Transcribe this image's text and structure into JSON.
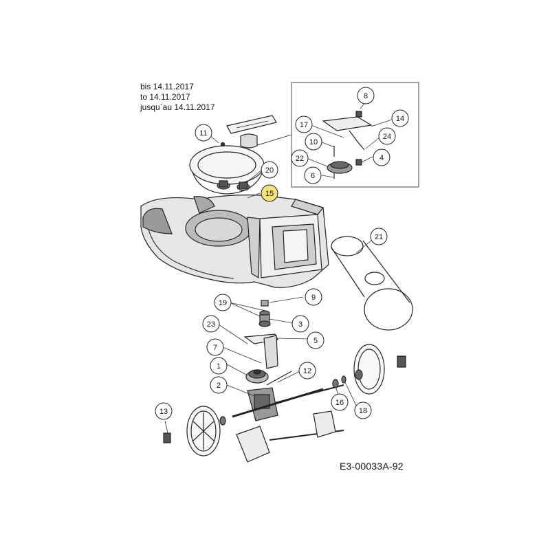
{
  "header_notes": [
    "bis 14.11.2017",
    "to 14.11.2017",
    "jusqu`au 14.11.2017"
  ],
  "drawing_code": "E3-00033A-92",
  "highlight_color": "#f6e27a",
  "callouts": [
    {
      "id": "c1",
      "label": "1"
    },
    {
      "id": "c2",
      "label": "2"
    },
    {
      "id": "c3",
      "label": "3"
    },
    {
      "id": "c4",
      "label": "4"
    },
    {
      "id": "c5",
      "label": "5"
    },
    {
      "id": "c6",
      "label": "6"
    },
    {
      "id": "c7",
      "label": "7"
    },
    {
      "id": "c8",
      "label": "8"
    },
    {
      "id": "c9",
      "label": "9"
    },
    {
      "id": "c10",
      "label": "10"
    },
    {
      "id": "c11",
      "label": "11"
    },
    {
      "id": "c12",
      "label": "12"
    },
    {
      "id": "c13",
      "label": "13"
    },
    {
      "id": "c14",
      "label": "14"
    },
    {
      "id": "c15",
      "label": "15",
      "highlighted": true
    },
    {
      "id": "c16",
      "label": "16"
    },
    {
      "id": "c17",
      "label": "17"
    },
    {
      "id": "c18",
      "label": "18"
    },
    {
      "id": "c19",
      "label": "19"
    },
    {
      "id": "c20",
      "label": "20"
    },
    {
      "id": "c21",
      "label": "21"
    },
    {
      "id": "c22",
      "label": "22"
    },
    {
      "id": "c23",
      "label": "23"
    },
    {
      "id": "c24",
      "label": "24"
    }
  ]
}
